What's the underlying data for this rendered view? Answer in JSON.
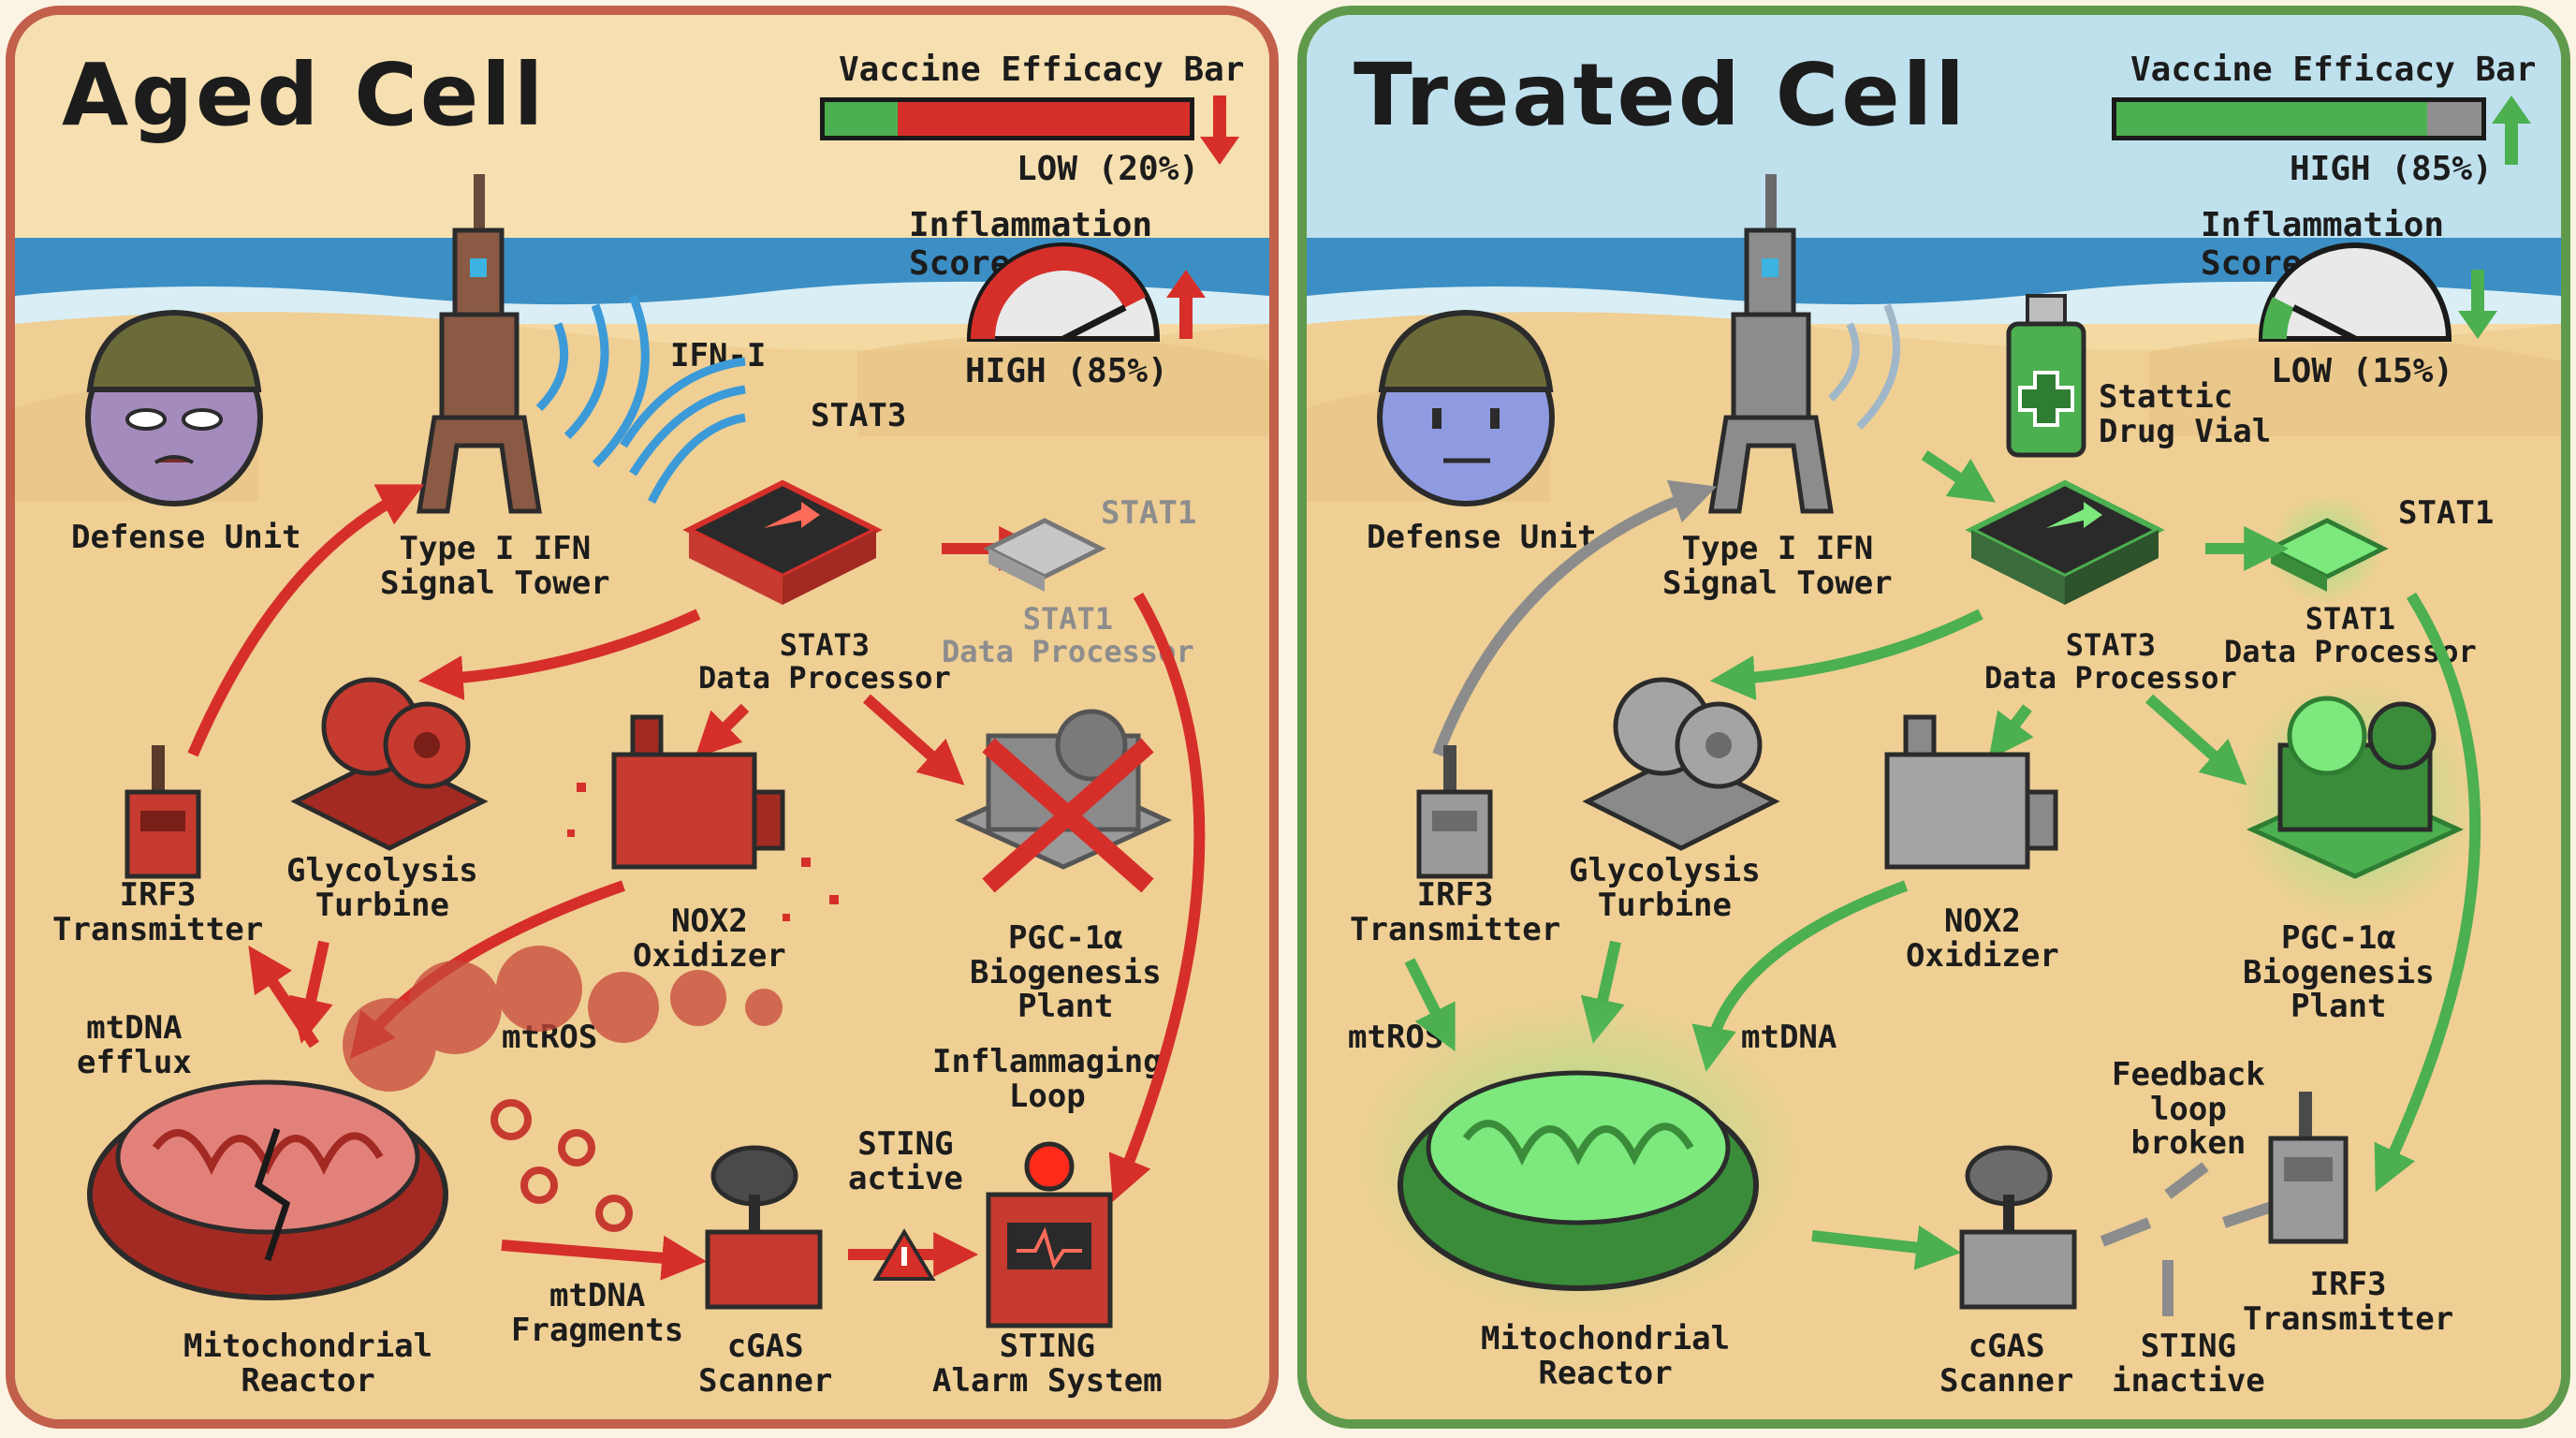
{
  "aged": {
    "title": "Aged Cell",
    "vaccine_bar": {
      "label": "Vaccine Efficacy Bar",
      "value_text": "LOW (20%)",
      "fraction": 0.2,
      "trend": "down",
      "fill_color": "#4caf50",
      "rest_color": "#d62f2a"
    },
    "inflammation": {
      "label": "Inflammation Score",
      "value_text": "HIGH (85%)",
      "fraction": 0.85,
      "trend": "up",
      "color": "#d62f2a"
    },
    "labels": {
      "defense_unit": "Defense Unit",
      "tower": [
        "Type I IFN",
        "Signal Tower"
      ],
      "ifn": "IFN-I",
      "stat3_up": "STAT3",
      "stat1_down": "STAT1",
      "stat3_proc": [
        "STAT3",
        "Data Processor"
      ],
      "stat1_proc": [
        "STAT1",
        "Data Processor"
      ],
      "irf3": [
        "IRF3",
        "Transmitter"
      ],
      "glycolysis": [
        "Glycolysis",
        "Turbine"
      ],
      "nox2": [
        "NOX2",
        "Oxidizer"
      ],
      "pgc": [
        "PGC-1α",
        "Biogenesis",
        "Plant"
      ],
      "mtdna_efflux": [
        "mtDNA",
        "efflux"
      ],
      "mtros": "mtROS",
      "inflammaging": [
        "Inflammaging",
        "Loop"
      ],
      "sting_active": [
        "STING",
        "active"
      ],
      "mito": [
        "Mitochondrial",
        "Reactor"
      ],
      "fragments": [
        "mtDNA",
        "Fragments"
      ],
      "cgas": [
        "cGAS",
        "Scanner"
      ],
      "sting_alarm": [
        "STING",
        "Alarm System"
      ]
    }
  },
  "treated": {
    "title": "Treated Cell",
    "vaccine_bar": {
      "label": "Vaccine Efficacy Bar",
      "value_text": "HIGH (85%)",
      "fraction": 0.85,
      "trend": "up",
      "fill_color": "#4caf50",
      "rest_color": "#8f8f8f"
    },
    "inflammation": {
      "label": "Inflammation Score",
      "value_text": "LOW (15%)",
      "fraction": 0.15,
      "trend": "down",
      "color": "#4caf50"
    },
    "labels": {
      "defense_unit": "Defense Unit",
      "tower": [
        "Type I IFN",
        "Signal Tower"
      ],
      "drug": [
        "Stattic",
        "Drug Vial"
      ],
      "stat1_up": "STAT1",
      "stat3_proc": [
        "STAT3",
        "Data Processor"
      ],
      "stat1_proc": [
        "STAT1",
        "Data Processor"
      ],
      "irf3_left": [
        "IRF3",
        "Transmitter"
      ],
      "glycolysis": [
        "Glycolysis",
        "Turbine"
      ],
      "nox2": [
        "NOX2",
        "Oxidizer"
      ],
      "pgc": [
        "PGC-1α",
        "Biogenesis",
        "Plant"
      ],
      "mtros_down": "mtROS",
      "mtdna_down": "mtDNA",
      "feedback": [
        "Feedback",
        "loop",
        "broken"
      ],
      "mito": [
        "Mitochondrial",
        "Reactor"
      ],
      "cgas": [
        "cGAS",
        "Scanner"
      ],
      "sting_inactive": [
        "STING",
        "inactive"
      ],
      "irf3_right": [
        "IRF3",
        "Transmitter"
      ]
    }
  },
  "colors": {
    "aged_border": "#c2604c",
    "treated_border": "#5f9a4c",
    "red": "#d62f2a",
    "green": "#4caf50",
    "sand": "#f4d9a3",
    "sea": "#3c8fc4"
  }
}
